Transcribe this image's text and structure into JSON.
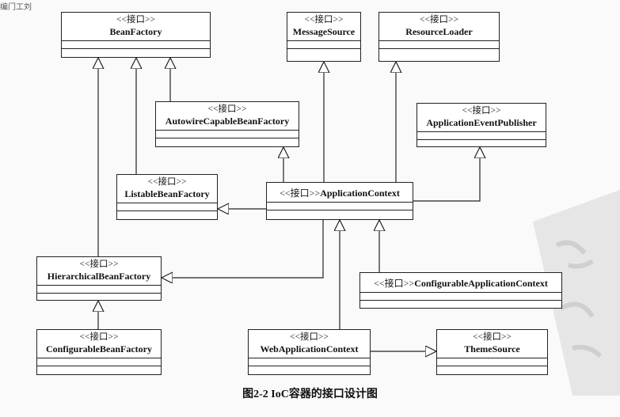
{
  "stereotype": "<<接口>>",
  "boxes": {
    "bean_factory": "BeanFactory",
    "message_source": "MessageSource",
    "resource_loader": "ResourceLoader",
    "autowire_capable_bean_factory": "AutowireCapableBeanFactory",
    "application_event_publisher": "ApplicationEventPublisher",
    "listable_bean_factory": "ListableBeanFactory",
    "application_context": "ApplicationContext",
    "hierarchical_bean_factory": "HierarchicalBeanFactory",
    "configurable_application_context": "ConfigurableApplicationContext",
    "configurable_bean_factory": "ConfigurableBeanFactory",
    "web_application_context": "WebApplicationContext",
    "theme_source": "ThemeSource"
  },
  "caption": "图2-2   IoC容器的接口设计图",
  "top_fragment": "编门工刘"
}
